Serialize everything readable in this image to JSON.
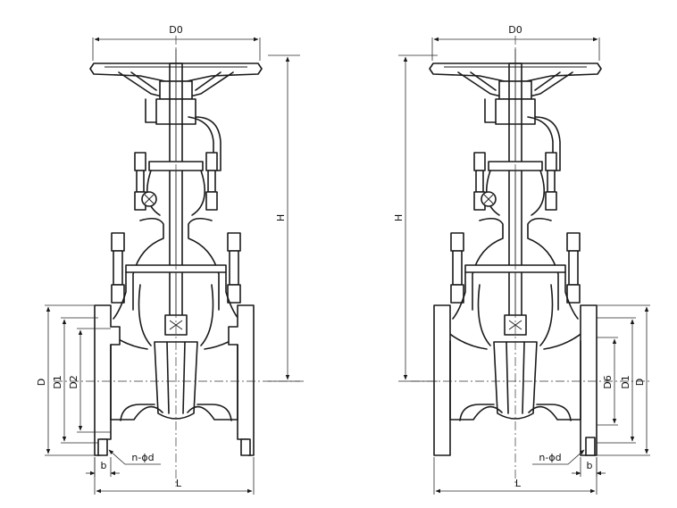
{
  "left_view": {
    "dim_top": "D0",
    "dim_height": "H",
    "dim_outer": "D",
    "dim_bolt_circle": "D1",
    "dim_raised_face": "D2",
    "dim_flange_thk": "b",
    "dim_bolts": "n-ϕd",
    "dim_length": "L"
  },
  "right_view": {
    "dim_top": "D0",
    "dim_height": "H",
    "dim_outer": "D",
    "dim_bolt_circle": "D1",
    "dim_face": "D6",
    "dim_flange_thk": "b",
    "dim_bolts": "n-ϕd",
    "dim_length": "L"
  }
}
